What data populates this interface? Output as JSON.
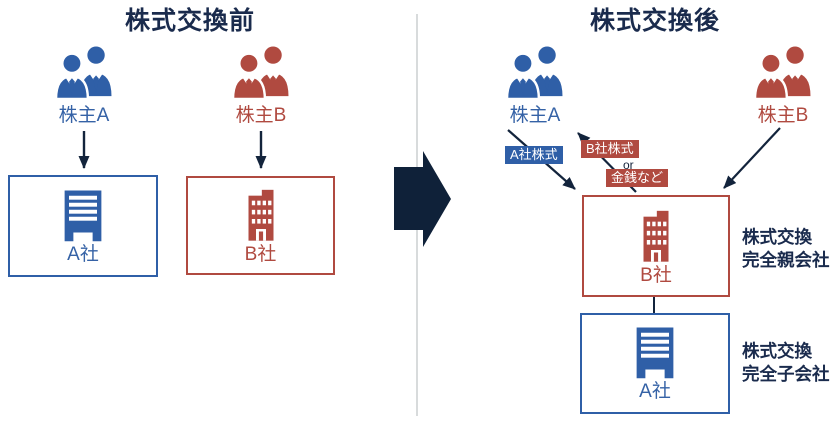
{
  "before": {
    "title": "株式交換前",
    "shareholder_a": {
      "label": "株主A"
    },
    "shareholder_b": {
      "label": "株主B"
    },
    "company_a": {
      "label": "A社"
    },
    "company_b": {
      "label": "B社"
    }
  },
  "after": {
    "title": "株式交換後",
    "shareholder_a": {
      "label": "株主A"
    },
    "shareholder_b": {
      "label": "株主B"
    },
    "company_b": {
      "label": "B社",
      "role_line1": "株式交換",
      "role_line2": "完全親会社"
    },
    "company_a": {
      "label": "A社",
      "role_line1": "株式交換",
      "role_line2": "完全子会社"
    },
    "flow_labels": {
      "a_shares": "A社株式",
      "b_shares": "B社株式",
      "or": "or",
      "money": "金銭など"
    }
  },
  "icons": {
    "shareholders": "two-businesspeople-icon",
    "flat_building": "flat-office-building-icon",
    "tall_building": "tall-office-building-icon",
    "transform": "big-right-arrow"
  },
  "colors": {
    "blue": "#2f5fa7",
    "red": "#b04a40",
    "navy_text": "#1a2b4d",
    "arrow_line": "#13243c",
    "big_arrow": "#0f2139",
    "divider": "#d8dbdc"
  }
}
